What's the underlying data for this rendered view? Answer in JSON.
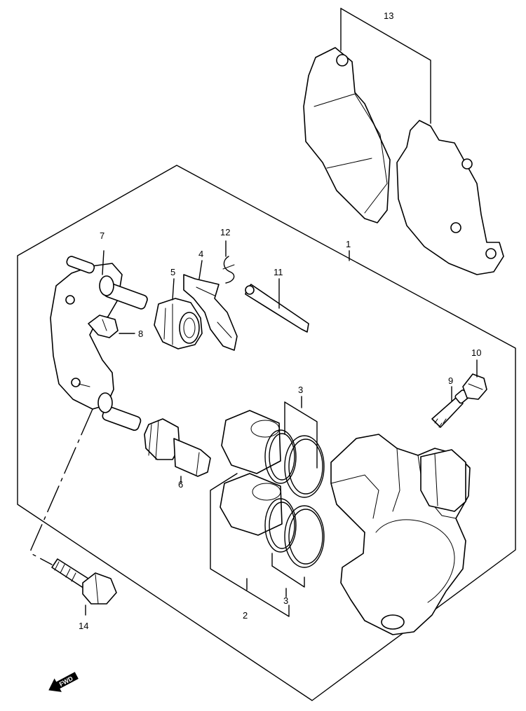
{
  "callouts": [
    {
      "id": "1",
      "text": "1"
    },
    {
      "id": "2",
      "text": "2"
    },
    {
      "id": "3a",
      "text": "3"
    },
    {
      "id": "3b",
      "text": "3"
    },
    {
      "id": "4",
      "text": "4"
    },
    {
      "id": "5",
      "text": "5"
    },
    {
      "id": "6",
      "text": "6"
    },
    {
      "id": "7",
      "text": "7"
    },
    {
      "id": "8",
      "text": "8"
    },
    {
      "id": "9",
      "text": "9"
    },
    {
      "id": "10",
      "text": "10"
    },
    {
      "id": "11",
      "text": "11"
    },
    {
      "id": "12",
      "text": "12"
    },
    {
      "id": "13",
      "text": "13"
    },
    {
      "id": "14",
      "text": "14"
    }
  ],
  "direction_marker": {
    "text": "FWD",
    "icon": "forward-arrow-icon"
  }
}
